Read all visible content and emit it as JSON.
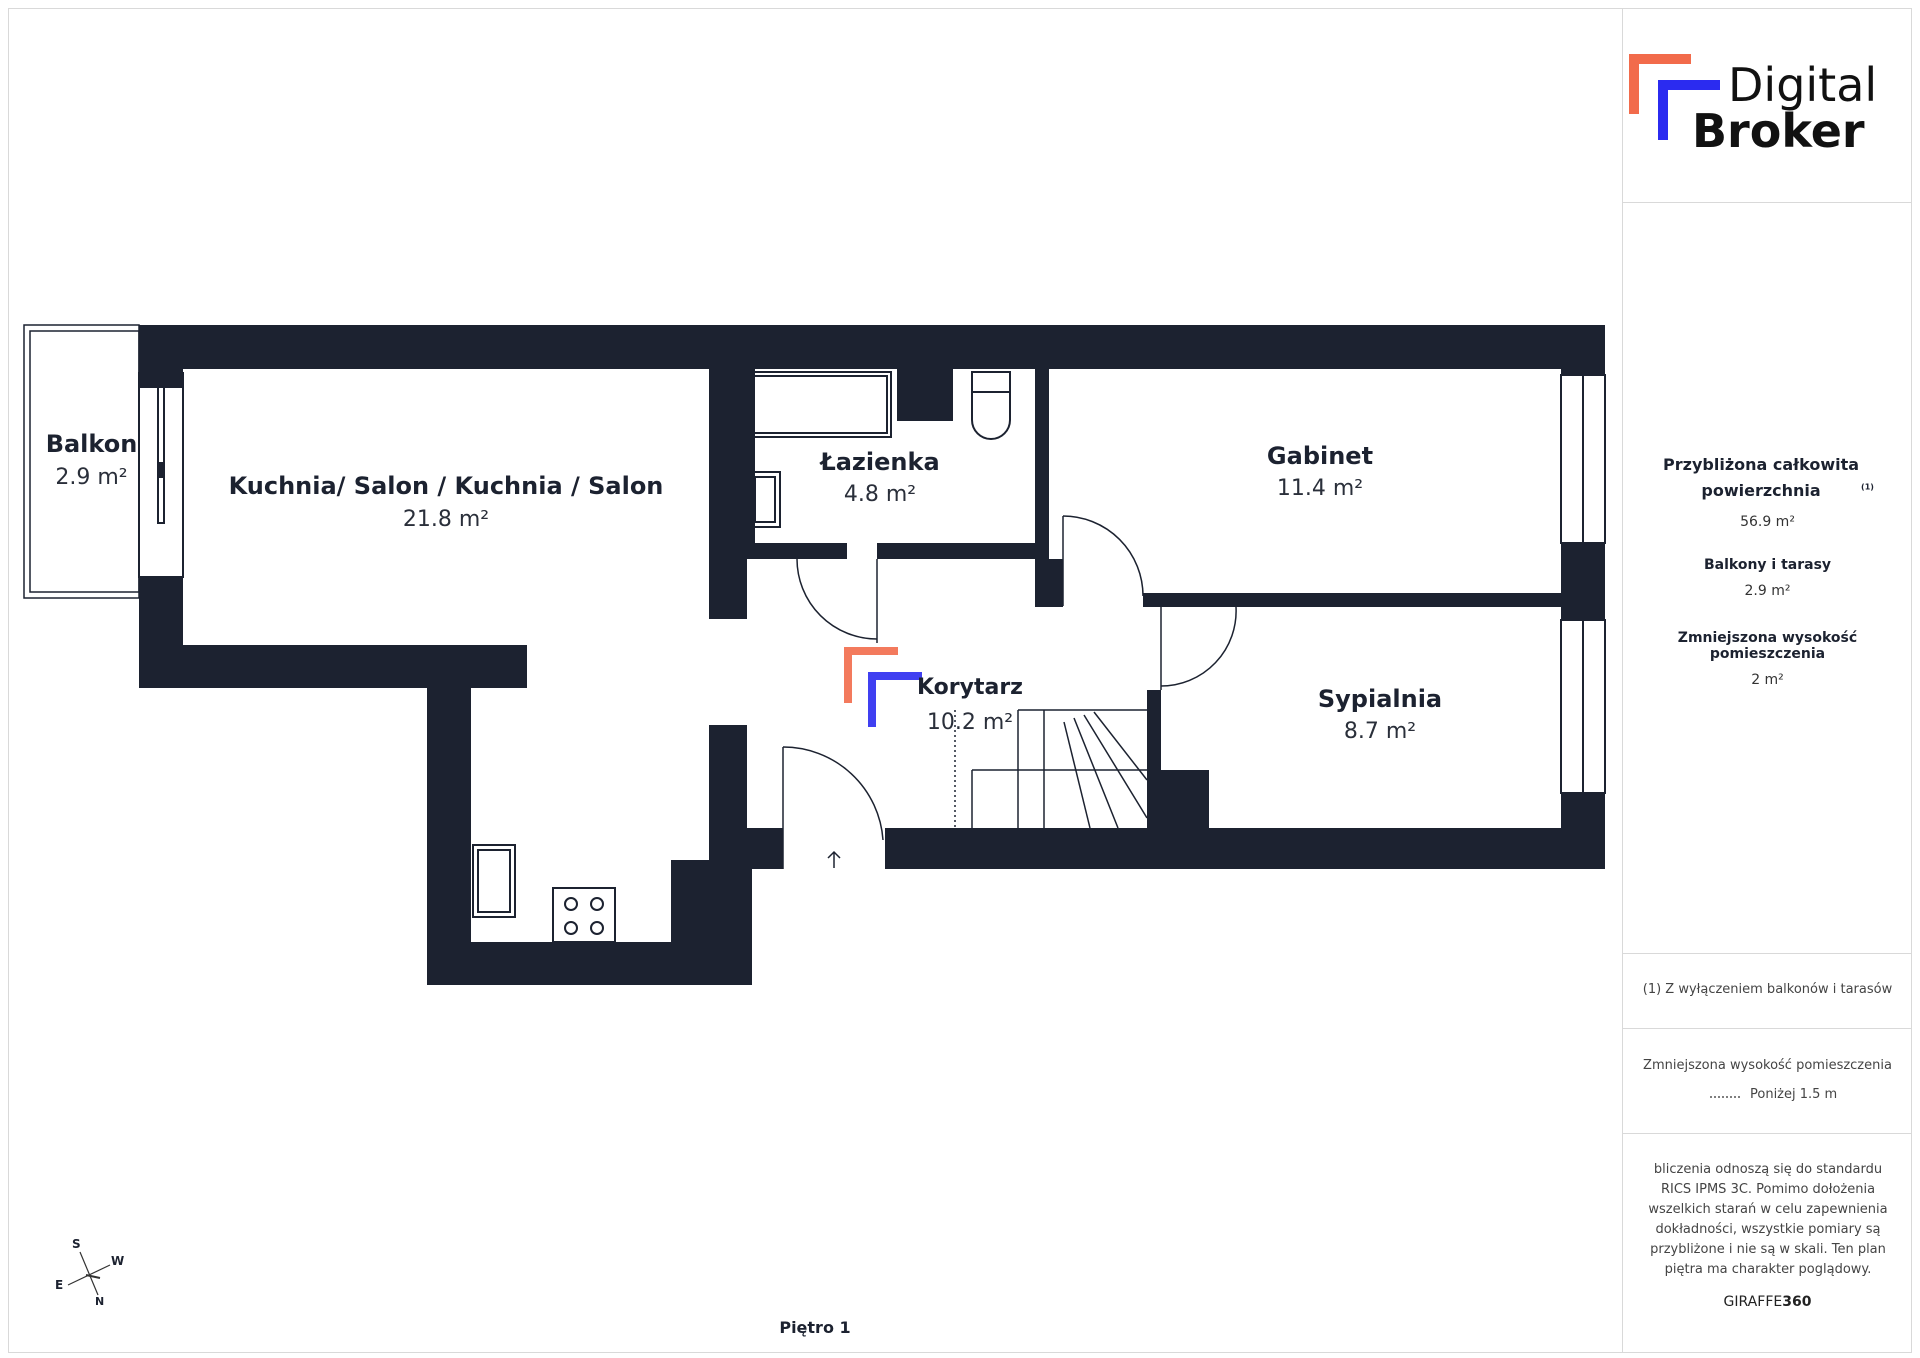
{
  "brand": {
    "logo_line1": "Digital",
    "logo_line2": "Broker",
    "accent_orange": "#F26B4B",
    "accent_blue": "#2B2BF0"
  },
  "rooms": [
    {
      "id": "balkon",
      "name": "Balkon",
      "area": "2.9 m²"
    },
    {
      "id": "kuchnia",
      "name": "Kuchnia/ Salon / Kuchnia / Salon",
      "area": "21.8 m²"
    },
    {
      "id": "lazienka",
      "name": "Łazienka",
      "area": "4.8 m²"
    },
    {
      "id": "gabinet",
      "name": "Gabinet",
      "area": "11.4 m²"
    },
    {
      "id": "korytarz",
      "name": "Korytarz",
      "area": "10.2 m²"
    },
    {
      "id": "sypialnia",
      "name": "Sypialnia",
      "area": "8.7 m²"
    }
  ],
  "floor_label": "Piętro 1",
  "compass": {
    "s": "S",
    "w": "W",
    "e": "E",
    "n": "N"
  },
  "summary": {
    "total_label": "Przybliżona całkowita powierzchnia",
    "total_sup": "(1)",
    "total_value": "56.9 m²",
    "balcony_label": "Balkony i tarasy",
    "balcony_value": "2.9 m²",
    "reduced_label": "Zmniejszona wysokość pomieszczenia",
    "reduced_value": "2 m²"
  },
  "footnote": "(1) Z wyłączeniem balkonów i tarasów",
  "legend": {
    "title": "Zmniejszona wysokość pomieszczenia",
    "item": "Poniżej 1.5 m"
  },
  "disclaimer": "bliczenia odnoszą się do standardu RICS IPMS 3C. Pomimo dołożenia wszelkich starań w celu zapewnienia dokładności, wszystkie pomiary są przybliżone i nie są w skali. Ten plan piętra ma charakter poglądowy.",
  "credit": {
    "part1": "GIRAFFE",
    "part2": "360"
  },
  "colors": {
    "wall": "#1c2230",
    "text": "#1c2230"
  }
}
